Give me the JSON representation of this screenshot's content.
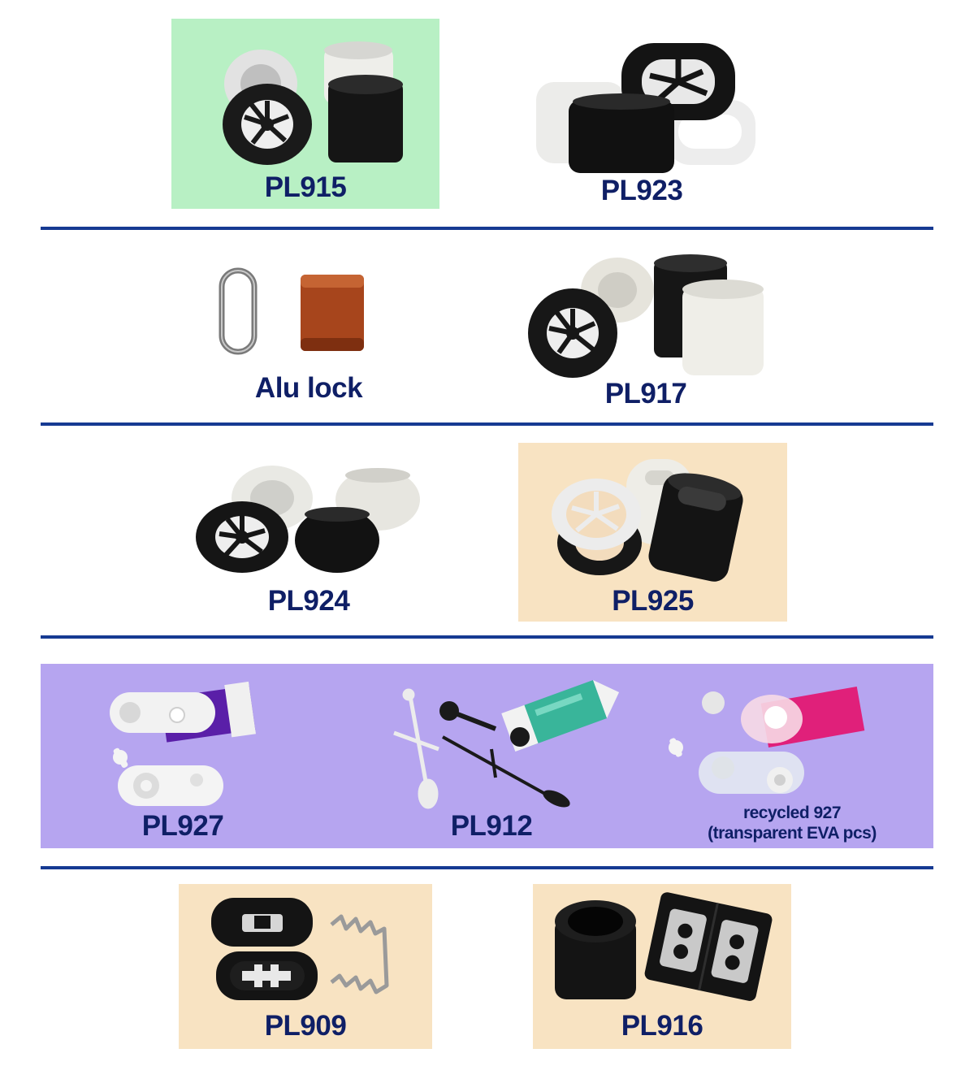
{
  "colors": {
    "label_text": "#0f1f66",
    "divider": "#163a92",
    "tile_green": "#b8f0c4",
    "tile_peach": "#f8e3c2",
    "band_lavender": "#b6a5f0",
    "page_bg": "#ffffff"
  },
  "rows": [
    {
      "items": [
        {
          "label": "PL915",
          "background": "green",
          "icon": "cord-lock-stack-icon"
        },
        {
          "label": "PL923",
          "background": "white",
          "icon": "oval-cord-lock-stack-icon"
        }
      ]
    },
    {
      "items": [
        {
          "label": "Alu lock",
          "background": "white",
          "icon": "aluminium-lock-icon"
        },
        {
          "label": "PL917",
          "background": "white",
          "icon": "cord-lock-stack-icon"
        }
      ]
    },
    {
      "items": [
        {
          "label": "PL924",
          "background": "white",
          "icon": "barrel-cord-lock-icon"
        },
        {
          "label": "PL925",
          "background": "peach",
          "icon": "cord-lock-stack-icon"
        }
      ]
    },
    {
      "items": [
        {
          "label": "PL927",
          "background": "lavender",
          "icon": "fabric-tab-fastener-icon"
        },
        {
          "label": "PL912",
          "background": "lavender",
          "icon": "rivet-tag-set-icon"
        },
        {
          "label": "recycled 927",
          "label_line2": "(transparent EVA pcs)",
          "background": "lavender",
          "icon": "fabric-tab-fastener-icon"
        }
      ]
    },
    {
      "items": [
        {
          "label": "PL909",
          "background": "peach",
          "icon": "spring-cord-lock-icon"
        },
        {
          "label": "PL916",
          "background": "peach",
          "icon": "hinged-cord-lock-icon"
        }
      ]
    }
  ]
}
